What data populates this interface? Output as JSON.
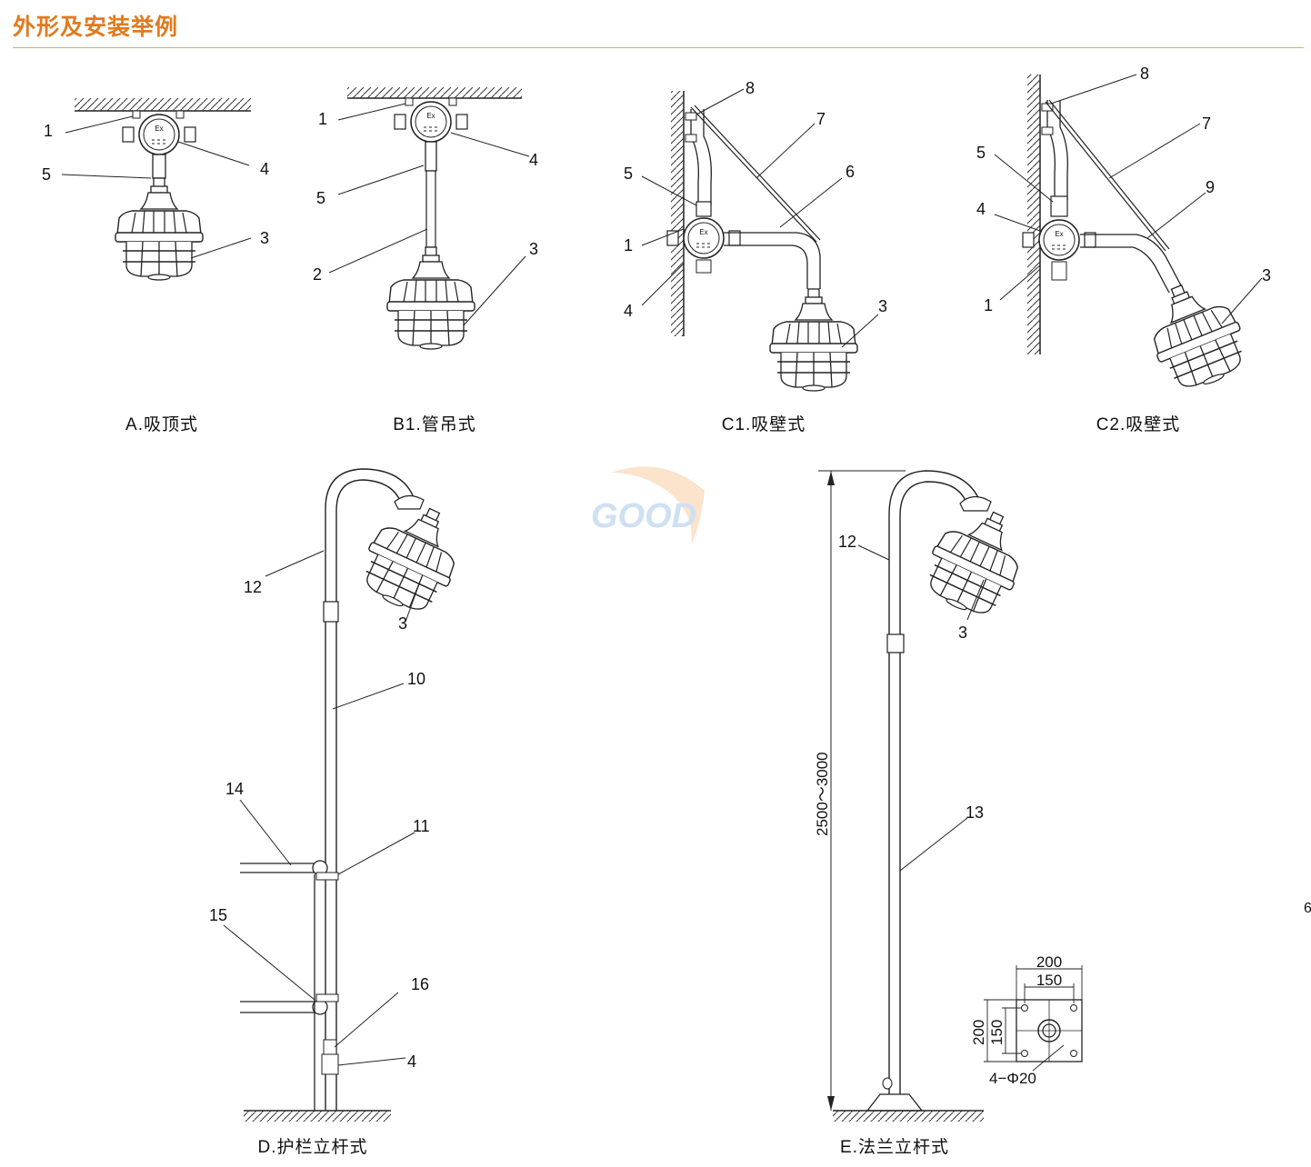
{
  "header": {
    "title": "外形及安装举例",
    "accent_color": "#e07a1e"
  },
  "figures": {
    "A": {
      "caption": "A.吸顶式",
      "labels": [
        "1",
        "4",
        "5",
        "3"
      ]
    },
    "B1": {
      "caption": "B1.管吊式",
      "labels": [
        "1",
        "4",
        "5",
        "2",
        "3"
      ]
    },
    "C1": {
      "caption": "C1.吸壁式",
      "labels": [
        "8",
        "7",
        "6",
        "5",
        "1",
        "4",
        "3"
      ]
    },
    "C2": {
      "caption": "C2.吸壁式",
      "labels": [
        "8",
        "7",
        "5",
        "9",
        "4",
        "3",
        "1"
      ]
    },
    "D": {
      "caption": "D.护栏立杆式",
      "labels": [
        "12",
        "3",
        "10",
        "14",
        "11",
        "15",
        "16",
        "4"
      ]
    },
    "E": {
      "caption": "E.法兰立杆式",
      "labels": [
        "12",
        "3",
        "13"
      ]
    }
  },
  "junction_box_mark": "Ex",
  "dimensions": {
    "height_range": "2500～3000",
    "flange_outer": "200",
    "flange_inner": "150",
    "flange_outer_v": "200",
    "flange_inner_v": "150",
    "bolt_holes": "4−Φ20"
  },
  "watermark": "GOOD",
  "edge_mark": "6"
}
